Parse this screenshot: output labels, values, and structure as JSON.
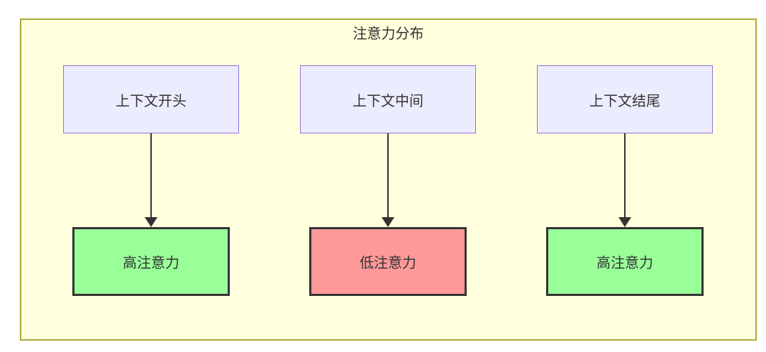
{
  "diagram_type": "flowchart",
  "title": "注意力分布",
  "columns": [
    {
      "source": "上下文开头",
      "target": "高注意力",
      "attention": "high"
    },
    {
      "source": "上下文中间",
      "target": "低注意力",
      "attention": "low"
    },
    {
      "source": "上下文结尾",
      "target": "高注意力",
      "attention": "high"
    }
  ],
  "edges": [
    {
      "from": "上下文开头",
      "to": "高注意力"
    },
    {
      "from": "上下文中间",
      "to": "低注意力"
    },
    {
      "from": "上下文结尾",
      "to": "高注意力"
    }
  ],
  "colors": {
    "cluster_fill": "#ffffde",
    "cluster_border": "#aaaa33",
    "source_fill": "#ececff",
    "source_border": "#9370db",
    "high_attention_fill": "#99ff99",
    "low_attention_fill": "#ff9999",
    "target_border": "#333333",
    "text": "#333333",
    "arrow": "#333333"
  }
}
